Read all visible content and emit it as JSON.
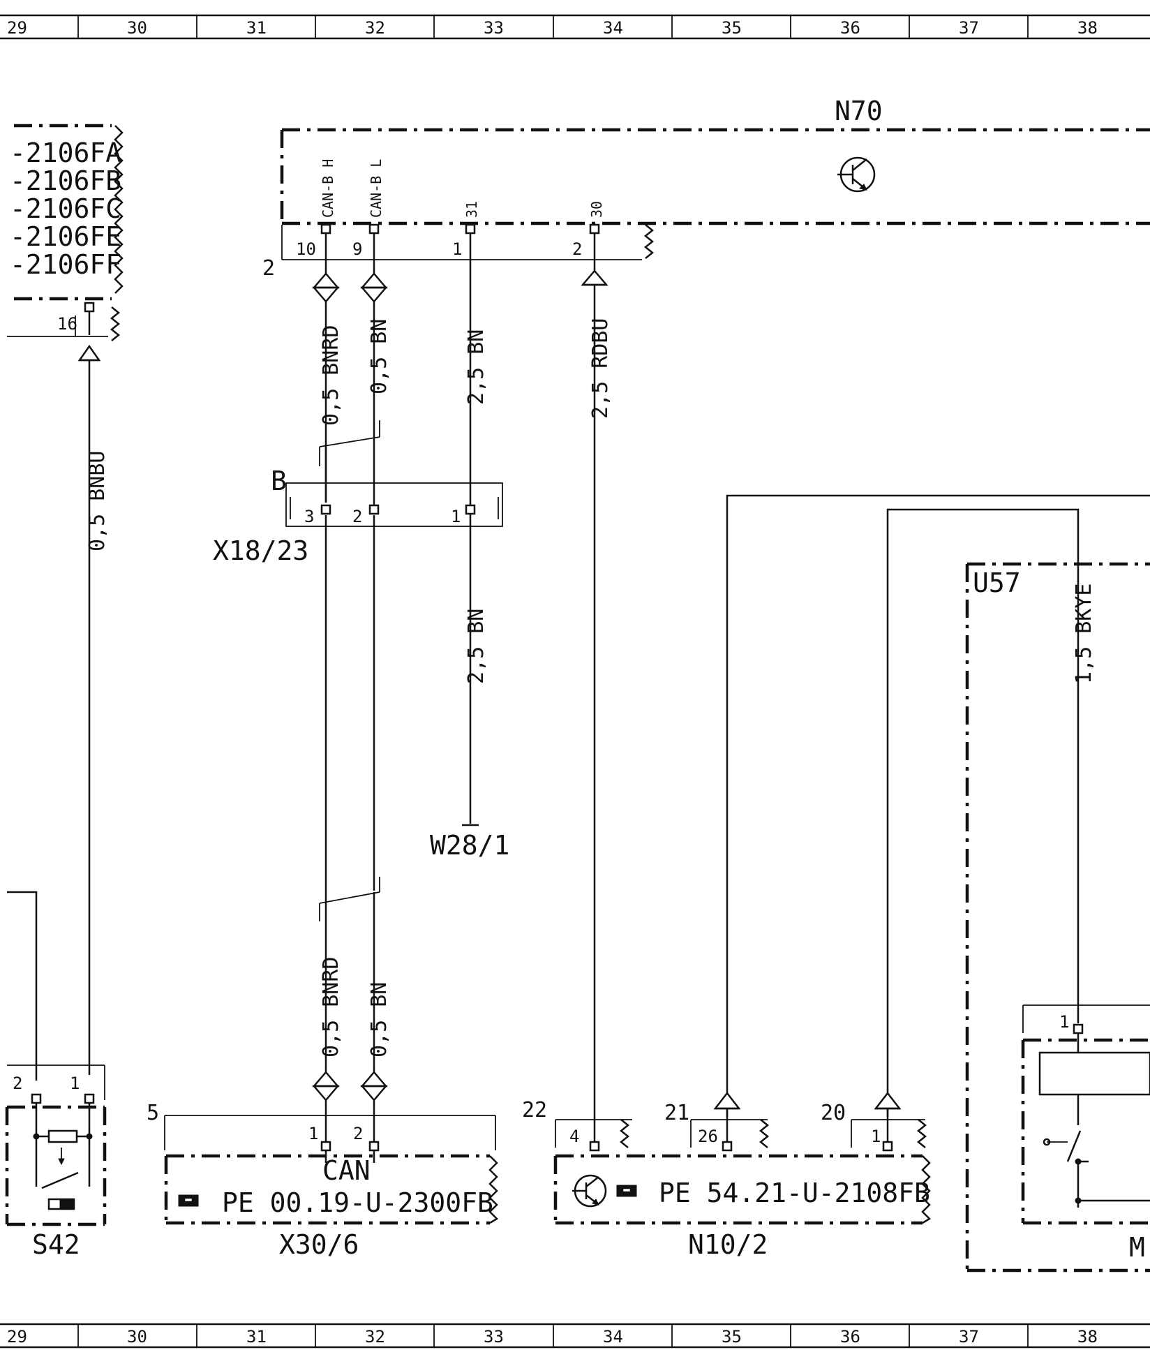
{
  "grid": [
    "29",
    "30",
    "31",
    "32",
    "33",
    "34",
    "35",
    "36",
    "37",
    "38"
  ],
  "components": {
    "n70": "N70",
    "s42": "S42",
    "x30_6": "X30/6",
    "n10_2": "N10/2",
    "x18_23": "X18/23",
    "w28_1": "W28/1",
    "u57": "U57",
    "m_partial": "M"
  },
  "refs": {
    "fa": "-2106FA",
    "fb": "-2106FB",
    "fc": "-2106FC",
    "fe": "-2106FE",
    "ff": "-2106FF",
    "can": "CAN",
    "pe_can": "PE  00.19-U-2300FB",
    "pe_n10": "PE  54.21-U-2108FB"
  },
  "pins": {
    "can_b_h": "CAN-B H",
    "can_b_l": "CAN-B L",
    "p31": "31",
    "p30": "30",
    "n70_10": "10",
    "n70_9": "9",
    "n70_1": "1",
    "n70_2": "2",
    "n70_conn": "2",
    "p16": "16",
    "x18_conn": "B",
    "x18_3": "3",
    "x18_2": "2",
    "x18_1": "1",
    "s42_2": "2",
    "s42_1": "1",
    "x30_conn": "5",
    "x30_1": "1",
    "x30_2": "2",
    "n10_c22": "22",
    "n10_p4": "4",
    "n10_c21": "21",
    "n10_p26": "26",
    "n10_c20": "20",
    "n10_p1": "1",
    "m_p1": "1"
  },
  "wires": {
    "bnbu": "0,5 BNBU",
    "bnrd_top": "0,5 BNRD",
    "bn_top": "0,5 BN",
    "bn25_top": "2,5 BN",
    "rdbu": "2,5 RDBU",
    "bn25_low": "2,5 BN",
    "bkye": "1,5 BKYE",
    "bnrd_bot": "0,5 BNRD",
    "bn_bot": "0,5 BN"
  },
  "icons": [
    "transistor-icon",
    "hand-pointer-icon",
    "resistor-icon",
    "switch-icon",
    "ground-icon"
  ]
}
